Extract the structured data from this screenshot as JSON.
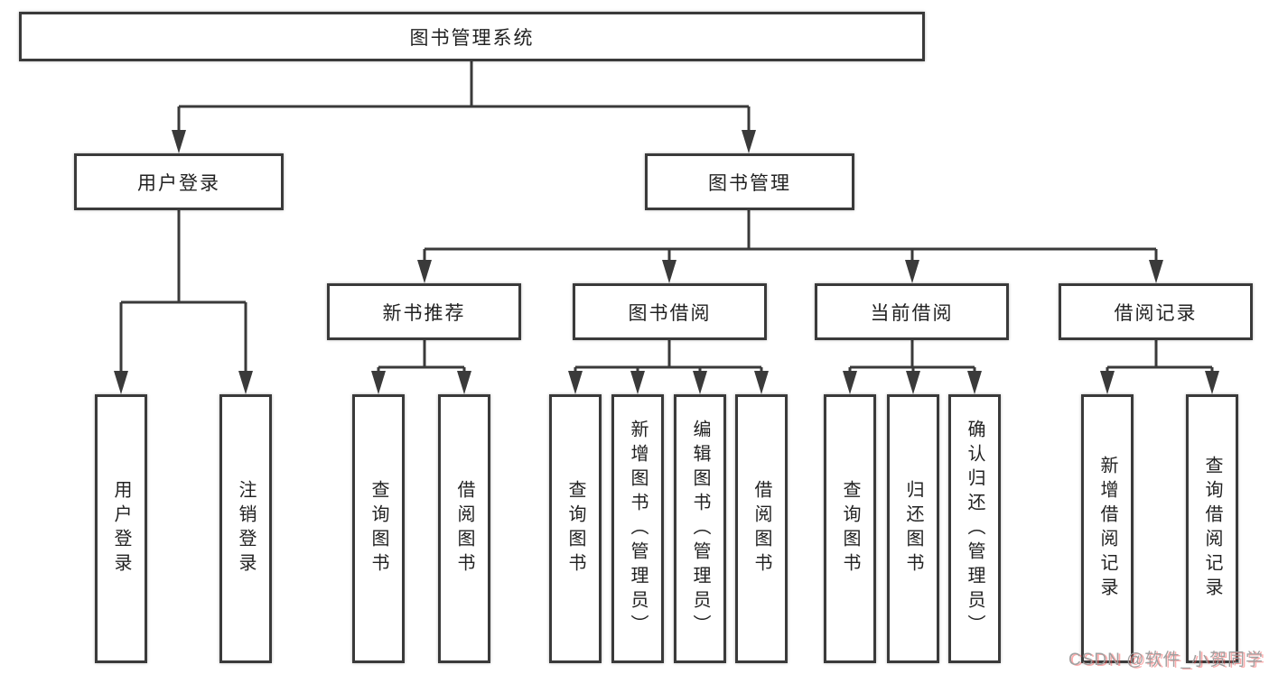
{
  "tree": {
    "root": "图书管理系统",
    "level2": [
      "用户登录",
      "图书管理"
    ],
    "level3": [
      "新书推荐",
      "图书借阅",
      "当前借阅",
      "借阅记录"
    ],
    "leaves_user_login": [
      "用户登录",
      "注销登录"
    ],
    "leaves_new_book": [
      "查询图书",
      "借阅图书"
    ],
    "leaves_book_borrow": [
      "查询图书",
      "新增图书（管理员）",
      "编辑图书（管理员）",
      "借阅图书"
    ],
    "leaves_current_borrow": [
      "查询图书",
      "归还图书",
      "确认归还（管理员）"
    ],
    "leaves_borrow_record": [
      "新增借阅记录",
      "查询借阅记录"
    ]
  },
  "watermark": "CSDN @软件_小贺同学",
  "colors": {
    "line": "#3a3a3a",
    "text": "#222222",
    "watermark_gray": "#9b9b9b",
    "watermark_red": "#fa5050"
  }
}
